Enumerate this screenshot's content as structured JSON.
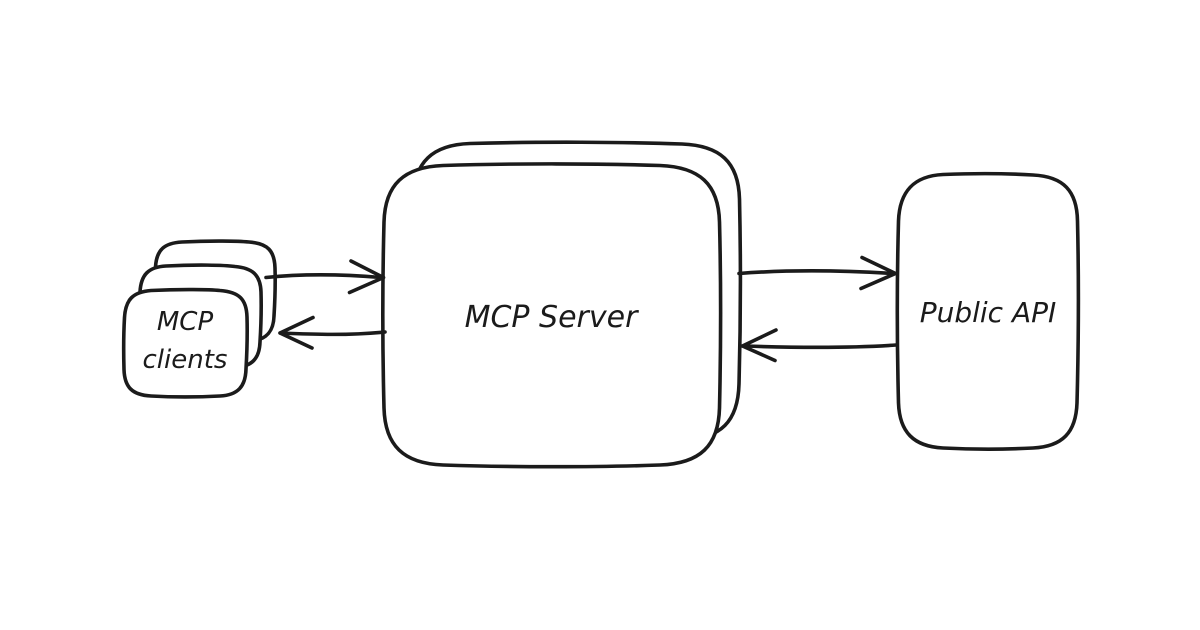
{
  "diagram": {
    "background_color": "#ffffff",
    "stroke_color": "#1b1b1b",
    "nodes": {
      "mcp_clients": {
        "label_line1": "MCP",
        "label_line2": "clients",
        "stacked_copies": 3
      },
      "mcp_server": {
        "label": "MCP Server",
        "stacked_copies": 2
      },
      "public_api": {
        "label": "Public API"
      }
    },
    "edges": [
      {
        "from": "MCP clients",
        "to": "MCP Server",
        "arrowhead": "right"
      },
      {
        "from": "MCP Server",
        "to": "MCP clients",
        "arrowhead": "left"
      },
      {
        "from": "MCP Server",
        "to": "Public API",
        "arrowhead": "right"
      },
      {
        "from": "Public API",
        "to": "MCP Server",
        "arrowhead": "left"
      }
    ]
  }
}
